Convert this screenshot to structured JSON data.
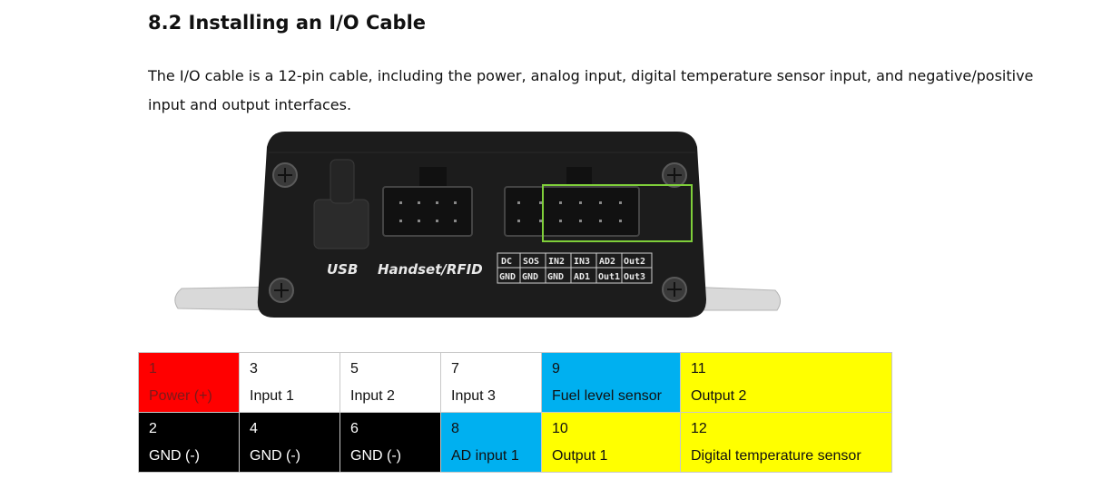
{
  "heading": "8.2 Installing an I/O Cable",
  "paragraph": "The I/O cable is a 12-pin cable, including the power, analog input, digital temperature sensor input, and negative/positive input and output interfaces.",
  "device": {
    "label_usb": "USB",
    "label_handset": "Handset/RFID",
    "pin_labels_top": [
      "DC",
      "SOS",
      "IN2",
      "IN3",
      "AD2",
      "Out2"
    ],
    "pin_labels_bottom": [
      "GND",
      "GND",
      "GND",
      "AD1",
      "Out1",
      "Out3"
    ]
  },
  "colors": {
    "red": "#ff0000",
    "black": "#000000",
    "blue": "#00b0f0",
    "yellow": "#ffff00",
    "white": "#ffffff",
    "highlight": "#7fcf3a"
  },
  "pin_table": [
    [
      {
        "num": "1",
        "label": "Power (+)",
        "bg": "#ff0000",
        "fg": "#7a1a1a"
      },
      {
        "num": "3",
        "label": "Input 1",
        "bg": "#ffffff",
        "fg": "#111111"
      },
      {
        "num": "5",
        "label": "Input 2",
        "bg": "#ffffff",
        "fg": "#111111"
      },
      {
        "num": "7",
        "label": "Input 3",
        "bg": "#ffffff",
        "fg": "#111111"
      },
      {
        "num": "9",
        "label": "Fuel level sensor",
        "bg": "#00b0f0",
        "fg": "#111111"
      },
      {
        "num": "11",
        "label": "Output 2",
        "bg": "#ffff00",
        "fg": "#111111"
      }
    ],
    [
      {
        "num": "2",
        "label": "GND (-)",
        "bg": "#000000",
        "fg": "#ffffff"
      },
      {
        "num": "4",
        "label": "GND (-)",
        "bg": "#000000",
        "fg": "#ffffff"
      },
      {
        "num": "6",
        "label": "GND (-)",
        "bg": "#000000",
        "fg": "#ffffff"
      },
      {
        "num": "8",
        "label": "AD input 1",
        "bg": "#00b0f0",
        "fg": "#111111"
      },
      {
        "num": "10",
        "label": "Output 1",
        "bg": "#ffff00",
        "fg": "#111111"
      },
      {
        "num": "12",
        "label": "Digital temperature sensor",
        "bg": "#ffff00",
        "fg": "#111111"
      }
    ]
  ]
}
